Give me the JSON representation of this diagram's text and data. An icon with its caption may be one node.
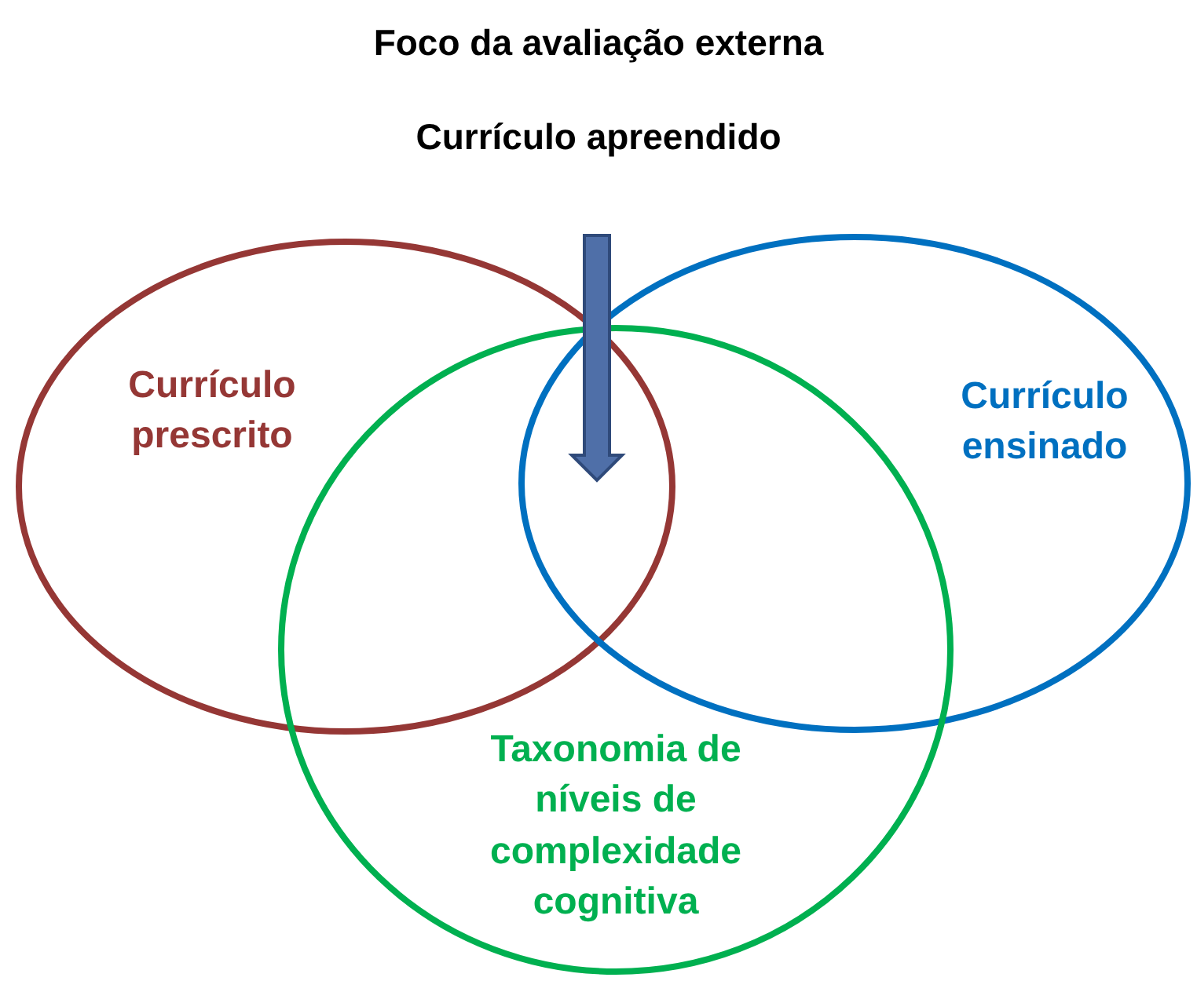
{
  "diagram": {
    "title": "Foco da avaliação externa",
    "nodes": [
      {
        "text": [
          "Currículo prescrito"
        ]
      },
      {
        "text": [
          "Currículo ensinado"
        ]
      },
      {
        "text": [
          "Taxonomia de níveis de complexidade cognitiva"
        ]
      }
    ],
    "edges": [],
    "labels": [
      "Currículo apreendido"
    ]
  }
}
